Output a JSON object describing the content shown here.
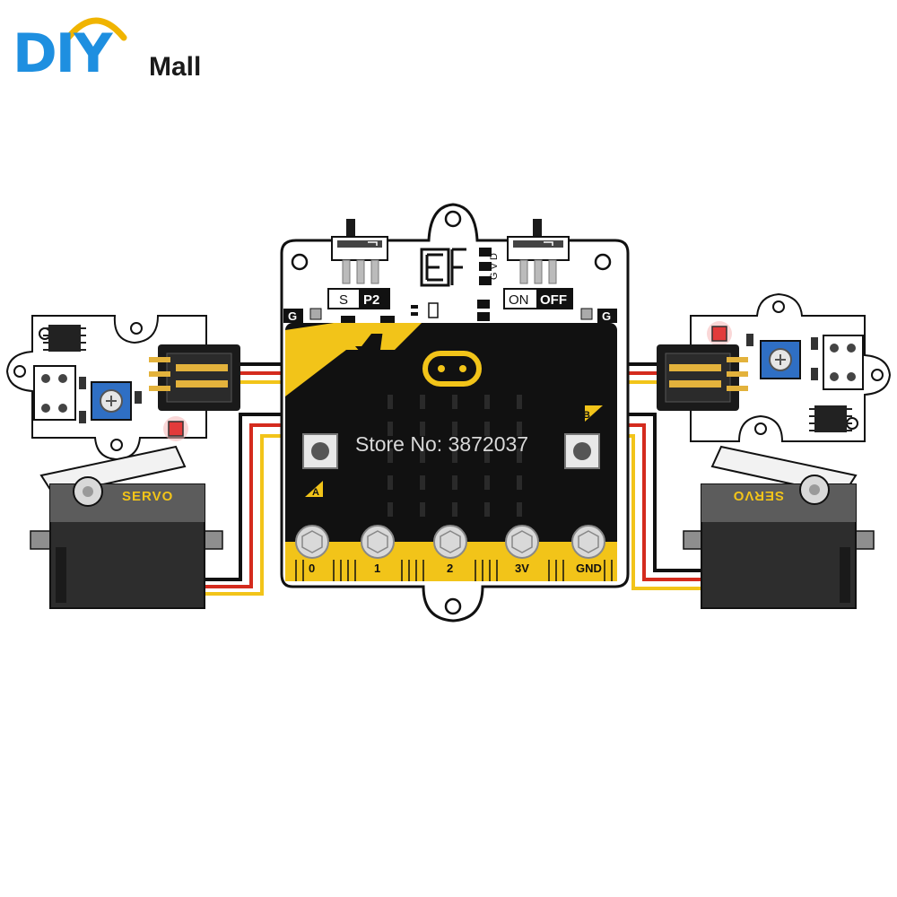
{
  "brand": {
    "logo_text_diy": "DIY",
    "logo_text_mall": "Mall",
    "colors": {
      "blue": "#1e8fe0",
      "arc_yellow": "#f0b400",
      "text_dark": "#1a1a1a"
    }
  },
  "watermark": "Store No: 3872037",
  "expansion_board": {
    "switch_left_labels": [
      "S",
      "P2"
    ],
    "switch_right_labels": [
      "ON",
      "OFF"
    ],
    "header_vertical_label": "G V D",
    "ground_marks": [
      "G",
      "G"
    ],
    "button_labels": [
      "A",
      "B"
    ],
    "pins": [
      "0",
      "1",
      "2",
      "3V",
      "GND"
    ],
    "colors": {
      "board": "#ffffff",
      "pcb": "#111111",
      "gold": "#f2c419",
      "led_off": "#2a2a2a"
    }
  },
  "servos": [
    {
      "side": "left",
      "label": "SERVO"
    },
    {
      "side": "right",
      "label": "SERVO"
    }
  ],
  "sensor_modules": [
    {
      "side": "left",
      "knob_color": "#2f6fc4",
      "led_color": "#e23b3b"
    },
    {
      "side": "right",
      "knob_color": "#2f6fc4",
      "led_color": "#e23b3b"
    }
  ],
  "wire_colors": [
    "#111111",
    "#d42b1e",
    "#f2c419"
  ]
}
